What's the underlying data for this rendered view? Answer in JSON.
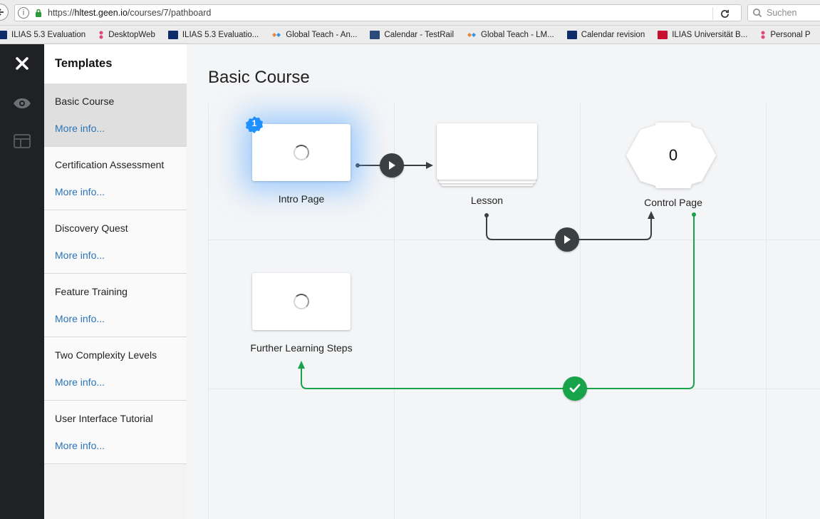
{
  "browser": {
    "url_prefix": "https://",
    "url_host": "hltest.geen.io",
    "url_path": "/courses/7/pathboard",
    "search_placeholder": "Suchen"
  },
  "bookmarks": [
    {
      "label": "ILIAS 5.3 Evaluation",
      "icon": "ilias-icon"
    },
    {
      "label": "DesktopWeb",
      "icon": "pin-icon"
    },
    {
      "label": "ILIAS 5.3 Evaluatio...",
      "icon": "ilias-icon"
    },
    {
      "label": "Global Teach - An...",
      "icon": "globalteach-icon"
    },
    {
      "label": "Calendar - TestRail",
      "icon": "calendar-icon"
    },
    {
      "label": "Global Teach - LM...",
      "icon": "globalteach-icon"
    },
    {
      "label": "Calendar revision",
      "icon": "ilias-icon"
    },
    {
      "label": "ILIAS Universität B...",
      "icon": "ilias-red-icon"
    },
    {
      "label": "Personal P",
      "icon": "pin-icon"
    }
  ],
  "panel": {
    "title": "Templates",
    "templates": [
      {
        "name": "Basic Course",
        "more": "More info...",
        "active": true
      },
      {
        "name": "Certification Assessment",
        "more": "More info..."
      },
      {
        "name": "Discovery Quest",
        "more": "More info..."
      },
      {
        "name": "Feature Training",
        "more": "More info..."
      },
      {
        "name": "Two Complexity Levels",
        "more": "More info..."
      },
      {
        "name": "User Interface Tutorial",
        "more": "More info..."
      }
    ]
  },
  "board": {
    "title": "Basic Course",
    "nodes": {
      "intro": {
        "label": "Intro Page",
        "badge": "1"
      },
      "lesson": {
        "label": "Lesson"
      },
      "control": {
        "label": "Control Page",
        "count": "0"
      },
      "further": {
        "label": "Further Learning Steps"
      }
    },
    "colors": {
      "accent": "#2a73b8",
      "badge": "#1e90ff",
      "path_dark": "#3a3f44",
      "path_success": "#16a34a"
    }
  }
}
